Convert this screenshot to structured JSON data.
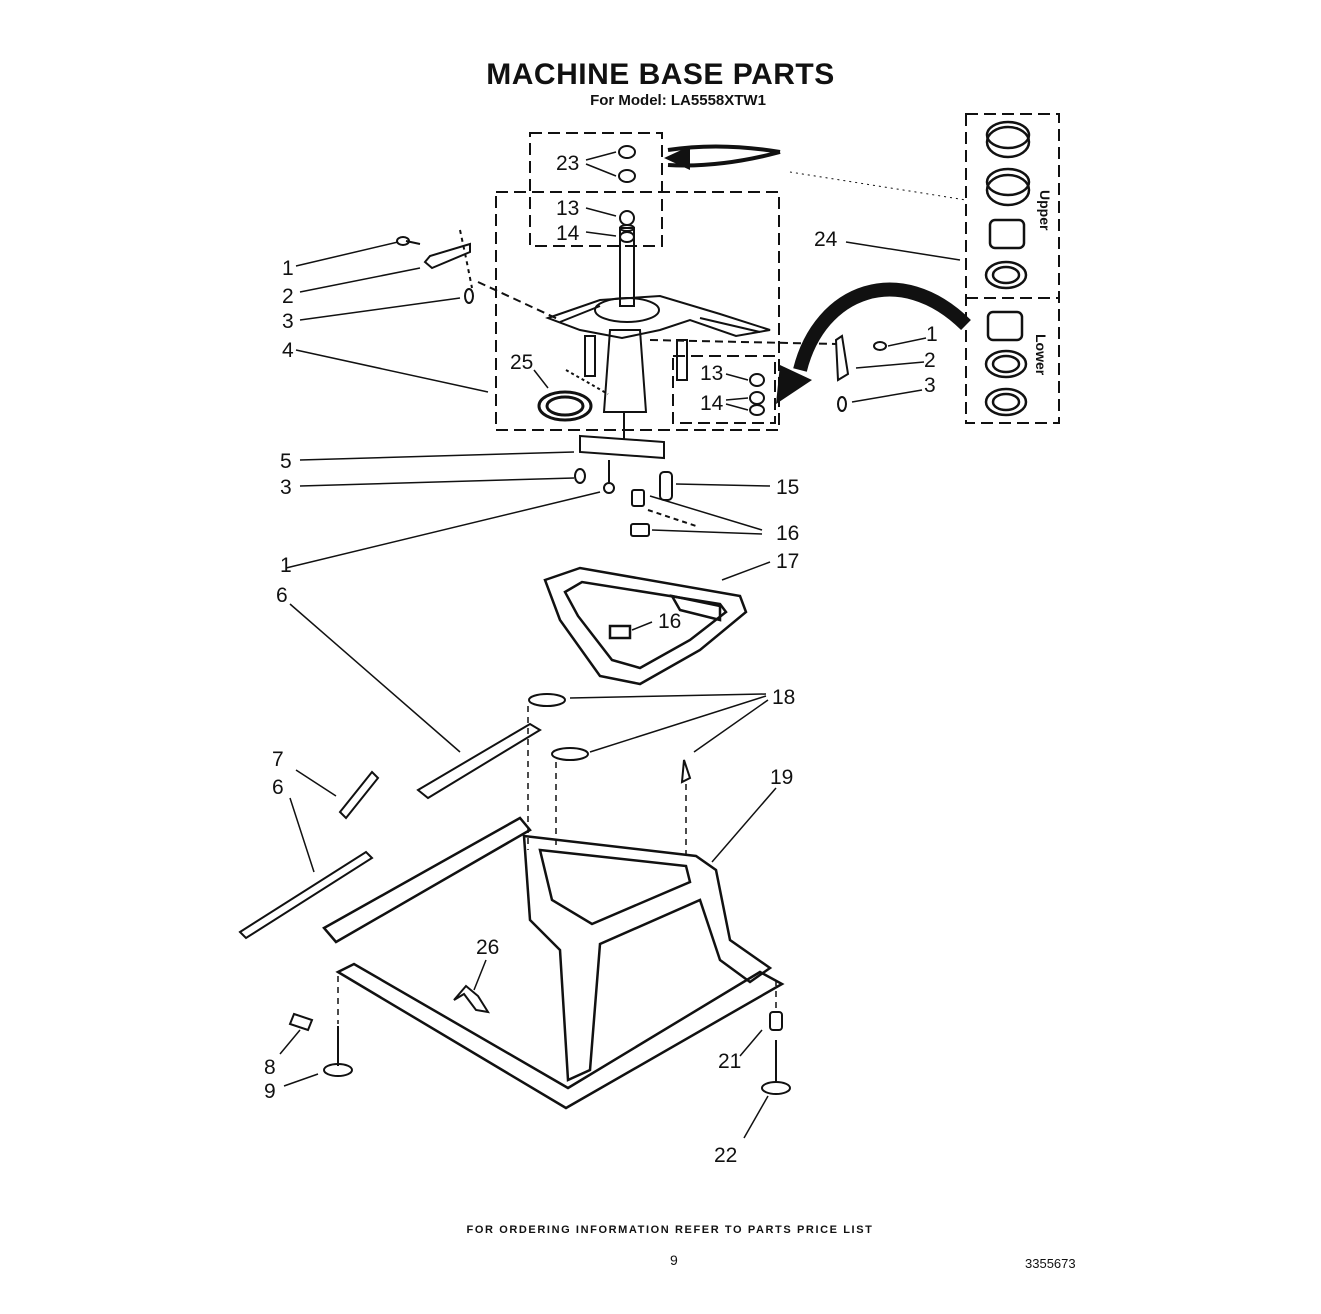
{
  "title": "MACHINE BASE PARTS",
  "subtitle": "For Model: LA5558XTW1",
  "footer": "FOR ORDERING INFORMATION REFER TO PARTS PRICE LIST",
  "page_number": "9",
  "document_number": "3355673",
  "bearing_kit": {
    "upper_label": "Upper",
    "lower_label": "Lower"
  },
  "callouts": {
    "c1a": "1",
    "c2a": "2",
    "c3a": "3",
    "c4": "4",
    "c25": "25",
    "c23": "23",
    "c13a": "13",
    "c14a": "14",
    "c24": "24",
    "c1b": "1",
    "c2b": "2",
    "c3b": "3",
    "c13b": "13",
    "c14b": "14",
    "c5": "5",
    "c3c": "3",
    "c15": "15",
    "c1c": "1",
    "c16a": "16",
    "c6a": "6",
    "c17": "17",
    "c16b": "16",
    "c18": "18",
    "c7": "7",
    "c6b": "6",
    "c19": "19",
    "c26": "26",
    "c8": "8",
    "c9": "9",
    "c21": "21",
    "c22": "22"
  }
}
